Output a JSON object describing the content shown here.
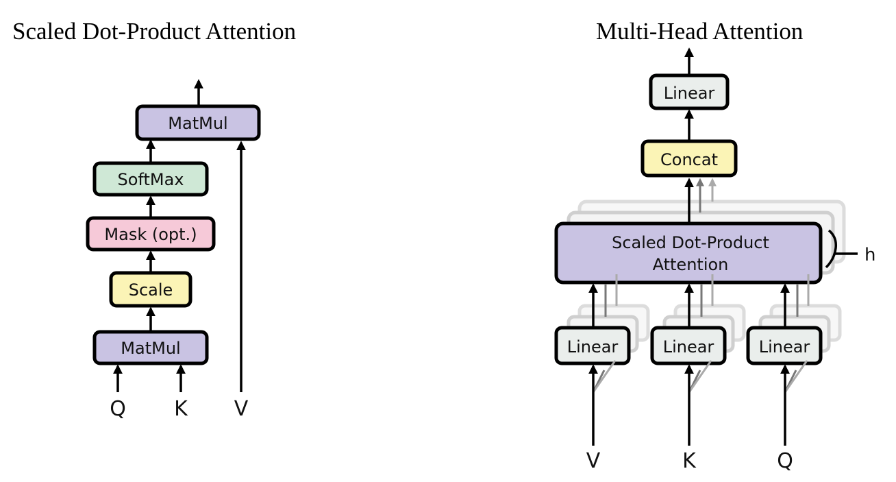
{
  "left": {
    "title": "Scaled Dot-Product Attention",
    "boxes": {
      "matmul_top": "MatMul",
      "softmax": "SoftMax",
      "mask": "Mask (opt.)",
      "scale": "Scale",
      "matmul_bottom": "MatMul"
    },
    "inputs": {
      "q": "Q",
      "k": "K",
      "v": "V"
    }
  },
  "right": {
    "title": "Multi-Head Attention",
    "boxes": {
      "linear_out": "Linear",
      "concat": "Concat",
      "attention_line1": "Scaled Dot-Product",
      "attention_line2": "Attention",
      "linear_v": "Linear",
      "linear_k": "Linear",
      "linear_q": "Linear"
    },
    "heads_label": "h",
    "inputs": {
      "v": "V",
      "k": "K",
      "q": "Q"
    }
  },
  "colors": {
    "purple": "#c9c3e3",
    "green": "#cfe8d6",
    "pink": "#f6c9d8",
    "yellow": "#fbf4b6",
    "light_grey": "#eaeeec"
  }
}
